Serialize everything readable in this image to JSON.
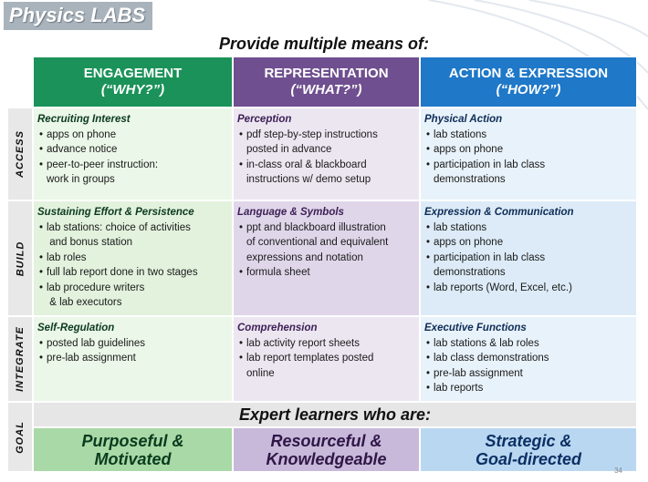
{
  "deck_title": "Physics LABS",
  "subtitle": "Provide multiple means of:",
  "columns": [
    {
      "title": "ENGAGEMENT",
      "sub": "(“WHY?”)"
    },
    {
      "title": "REPRESENTATION",
      "sub": "(“WHAT?”)"
    },
    {
      "title": "ACTION & EXPRESSION",
      "sub": "(“HOW?”)"
    }
  ],
  "rows": [
    {
      "label": "ACCESS",
      "cells": [
        {
          "title": "Recruiting Interest",
          "items": [
            "apps on phone",
            "advance notice",
            "peer-to-peer instruction:\nwork in groups"
          ]
        },
        {
          "title": "Perception",
          "items": [
            "pdf step-by-step instructions\nposted in advance",
            "in-class oral & blackboard\ninstructions w/ demo setup"
          ]
        },
        {
          "title": "Physical Action",
          "items": [
            "lab stations",
            "apps on phone",
            "participation in lab class\ndemonstrations"
          ]
        }
      ]
    },
    {
      "label": "BUILD",
      "cells": [
        {
          "title": "Sustaining Effort & Persistence",
          "items": [
            "lab stations: choice of activities\n and bonus station",
            "lab roles",
            "full lab report done in two stages",
            "lab procedure writers\n & lab executors"
          ]
        },
        {
          "title": "Language & Symbols",
          "items": [
            "ppt and blackboard illustration\nof conventional and equivalent\nexpressions and notation",
            "formula sheet"
          ]
        },
        {
          "title": "Expression & Communication",
          "items": [
            "lab stations",
            "apps on phone",
            "participation in lab class\ndemonstrations",
            "lab reports (Word, Excel, etc.)"
          ]
        }
      ]
    },
    {
      "label": "INTEGRATE",
      "cells": [
        {
          "title": "Self-Regulation",
          "items": [
            "posted lab guidelines",
            "pre-lab assignment"
          ]
        },
        {
          "title": "Comprehension",
          "items": [
            "lab activity report sheets",
            "lab report templates posted\nonline"
          ]
        },
        {
          "title": "Executive Functions",
          "items": [
            "lab stations & lab roles",
            "lab class demonstrations",
            "pre-lab assignment",
            "lab reports"
          ]
        }
      ]
    }
  ],
  "goal_label": "GOAL",
  "expert_heading": "Expert learners who are:",
  "goals": [
    "Purposeful  &\nMotivated",
    "Resourceful  &\nKnowledgeable",
    "Strategic  &\nGoal-directed"
  ],
  "slide_number": "34",
  "colors": {
    "engagement": "#1b9259",
    "representation": "#6f4f8f",
    "action_expression": "#1f78c8",
    "title_band": "#a9b3bc"
  }
}
